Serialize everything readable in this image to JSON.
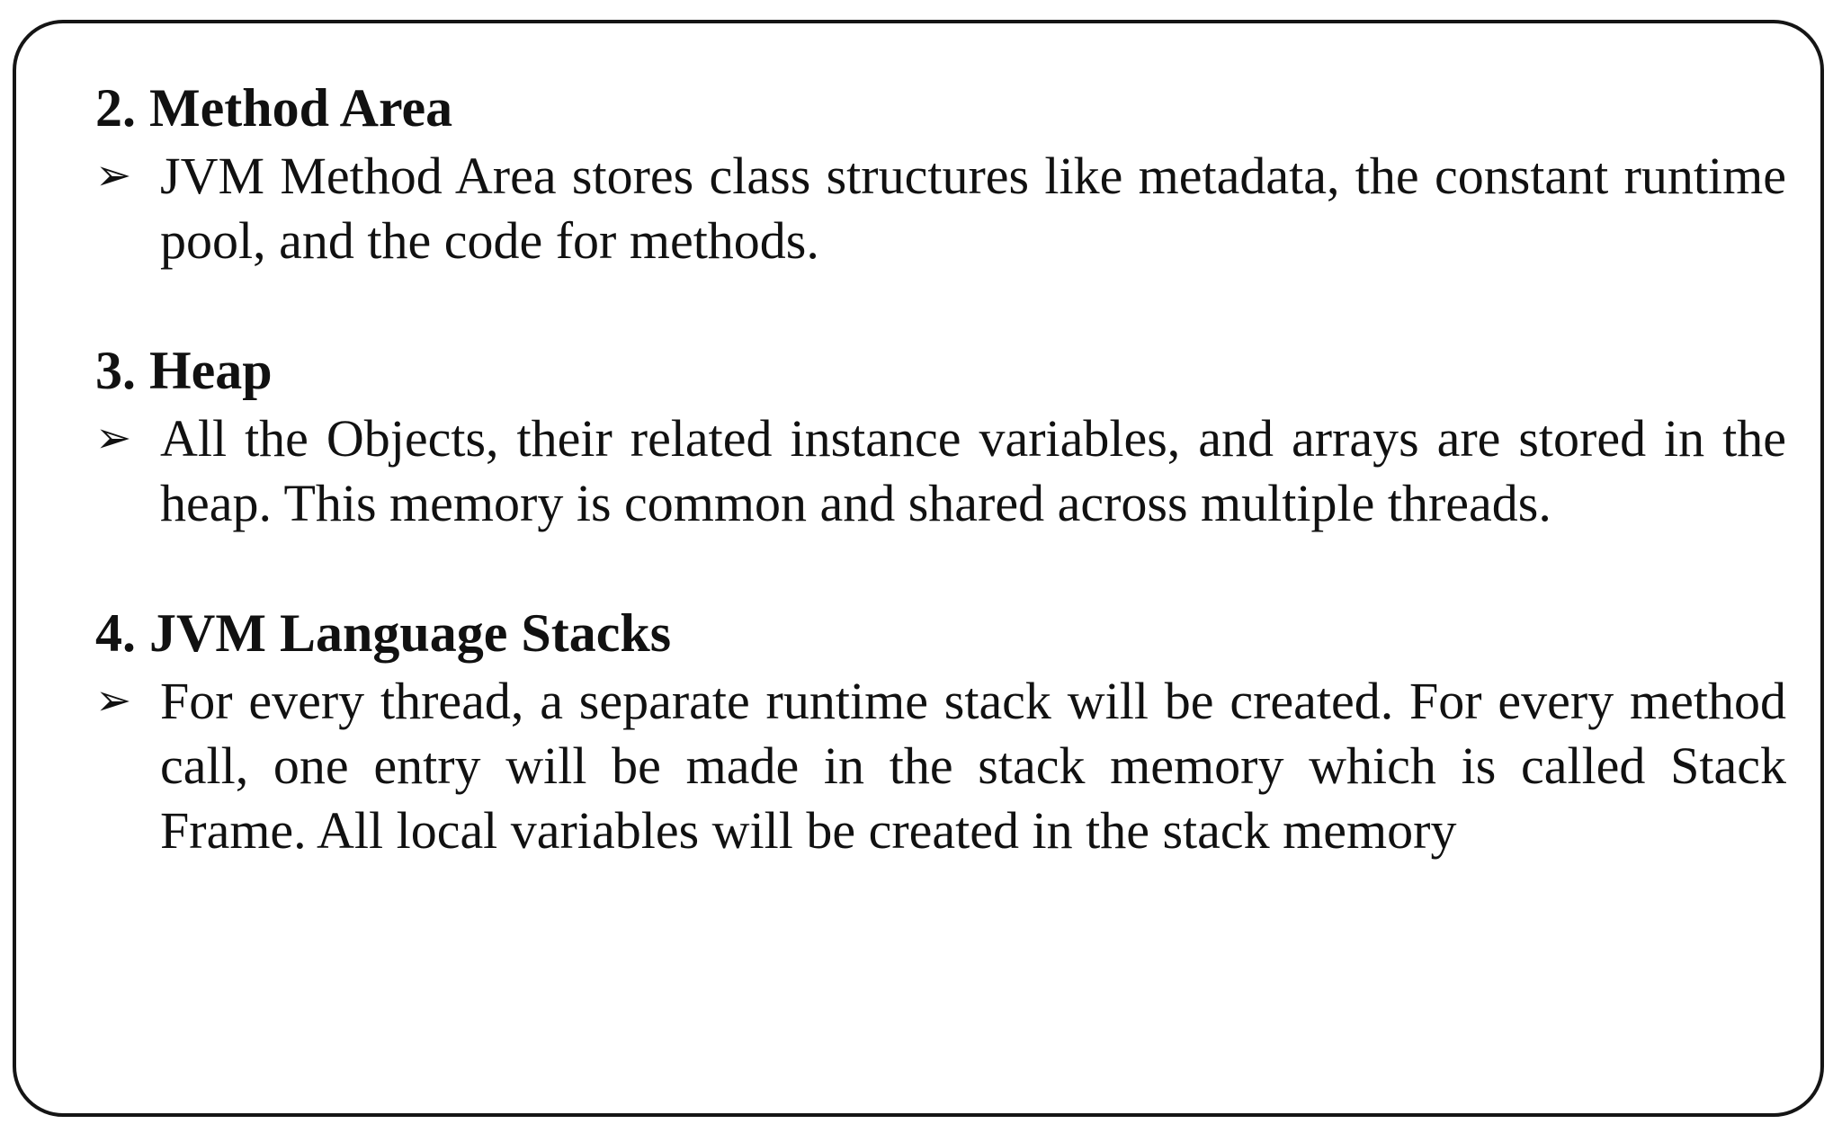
{
  "page": {
    "border_color": "#151515",
    "background_color": "#ffffff",
    "text_color": "#111111",
    "sections": [
      {
        "title": "2. Method Area",
        "bullet_icon": "arrowhead-bullet-icon",
        "bullet_symbol": "➢",
        "text": "JVM Method Area stores class structures like metadata, the constant runtime pool, and the code for methods."
      },
      {
        "title": "3. Heap",
        "bullet_icon": "arrowhead-bullet-icon",
        "bullet_symbol": "➢",
        "text": "All the Objects, their related instance variables, and arrays are stored in the heap. This memory is common and shared across multiple threads."
      },
      {
        "title": "4. JVM Language Stacks",
        "bullet_icon": "arrowhead-bullet-icon",
        "bullet_symbol": "➢",
        "text": "For every thread, a separate runtime stack will be created. For every method call, one entry will be made in the stack memory which is called Stack Frame. All local variables will be created in the stack memory"
      }
    ]
  }
}
